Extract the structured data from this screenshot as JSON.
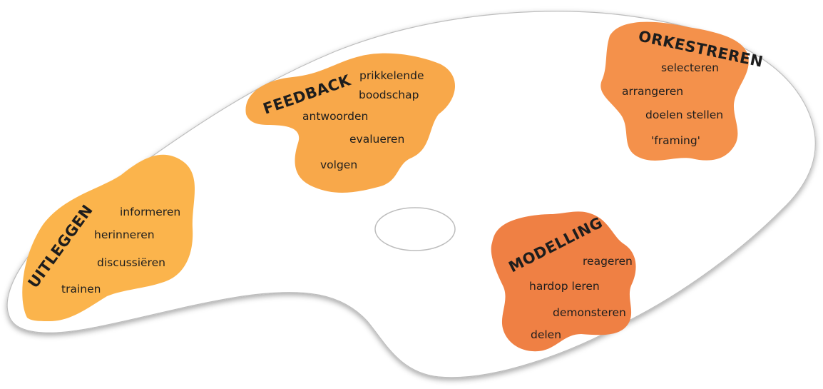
{
  "colors": {
    "palette": "#ffffff",
    "palette_outline": "#bdbdbd",
    "uitleggen": "#fbb44c",
    "feedback": "#f8a84a",
    "orkestreren": "#f4914b",
    "modelling": "#ef8044",
    "text": "#1d1d1d"
  },
  "groups": {
    "uitleggen": {
      "title": "UITLEGGEN",
      "items": [
        "informeren",
        "herinneren",
        "discussiëren",
        "trainen"
      ]
    },
    "feedback": {
      "title": "FEEDBACK",
      "items": [
        "prikkelende",
        "boodschap",
        "antwoorden",
        "evalueren",
        "volgen"
      ]
    },
    "orkestreren": {
      "title": "ORKESTREREN",
      "items": [
        "selecteren",
        "arrangeren",
        "doelen stellen",
        "'framing'"
      ]
    },
    "modelling": {
      "title": "MODELLING",
      "items": [
        "reageren",
        "hardop leren",
        "demonsteren",
        "delen"
      ]
    }
  }
}
